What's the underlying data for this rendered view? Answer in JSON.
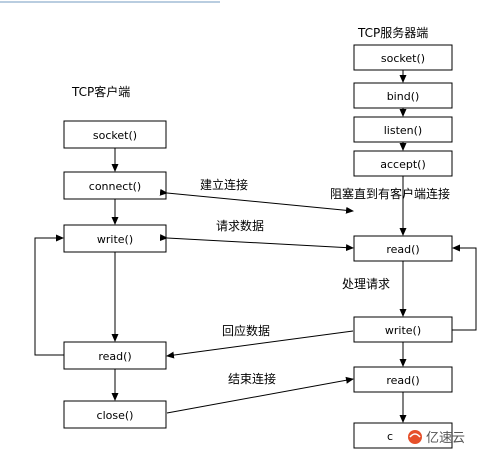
{
  "client": {
    "title": "TCP客户端",
    "steps": {
      "socket": "socket()",
      "connect": "connect()",
      "write": "write()",
      "read": "read()",
      "close": "close()"
    }
  },
  "server": {
    "title": "TCP服务器端",
    "steps": {
      "socket": "socket()",
      "bind": "bind()",
      "listen": "listen()",
      "accept": "accept()",
      "read1": "read()",
      "write": "write()",
      "read2": "read()",
      "close": "c"
    },
    "block_note": "阻塞直到有客户端连接",
    "process_note": "处理请求"
  },
  "messages": {
    "establish": "建立连接",
    "request": "请求数据",
    "reply": "回应数据",
    "end": "结束连接"
  },
  "watermark": {
    "text": "亿速云",
    "icon": "cloud-logo-icon"
  }
}
